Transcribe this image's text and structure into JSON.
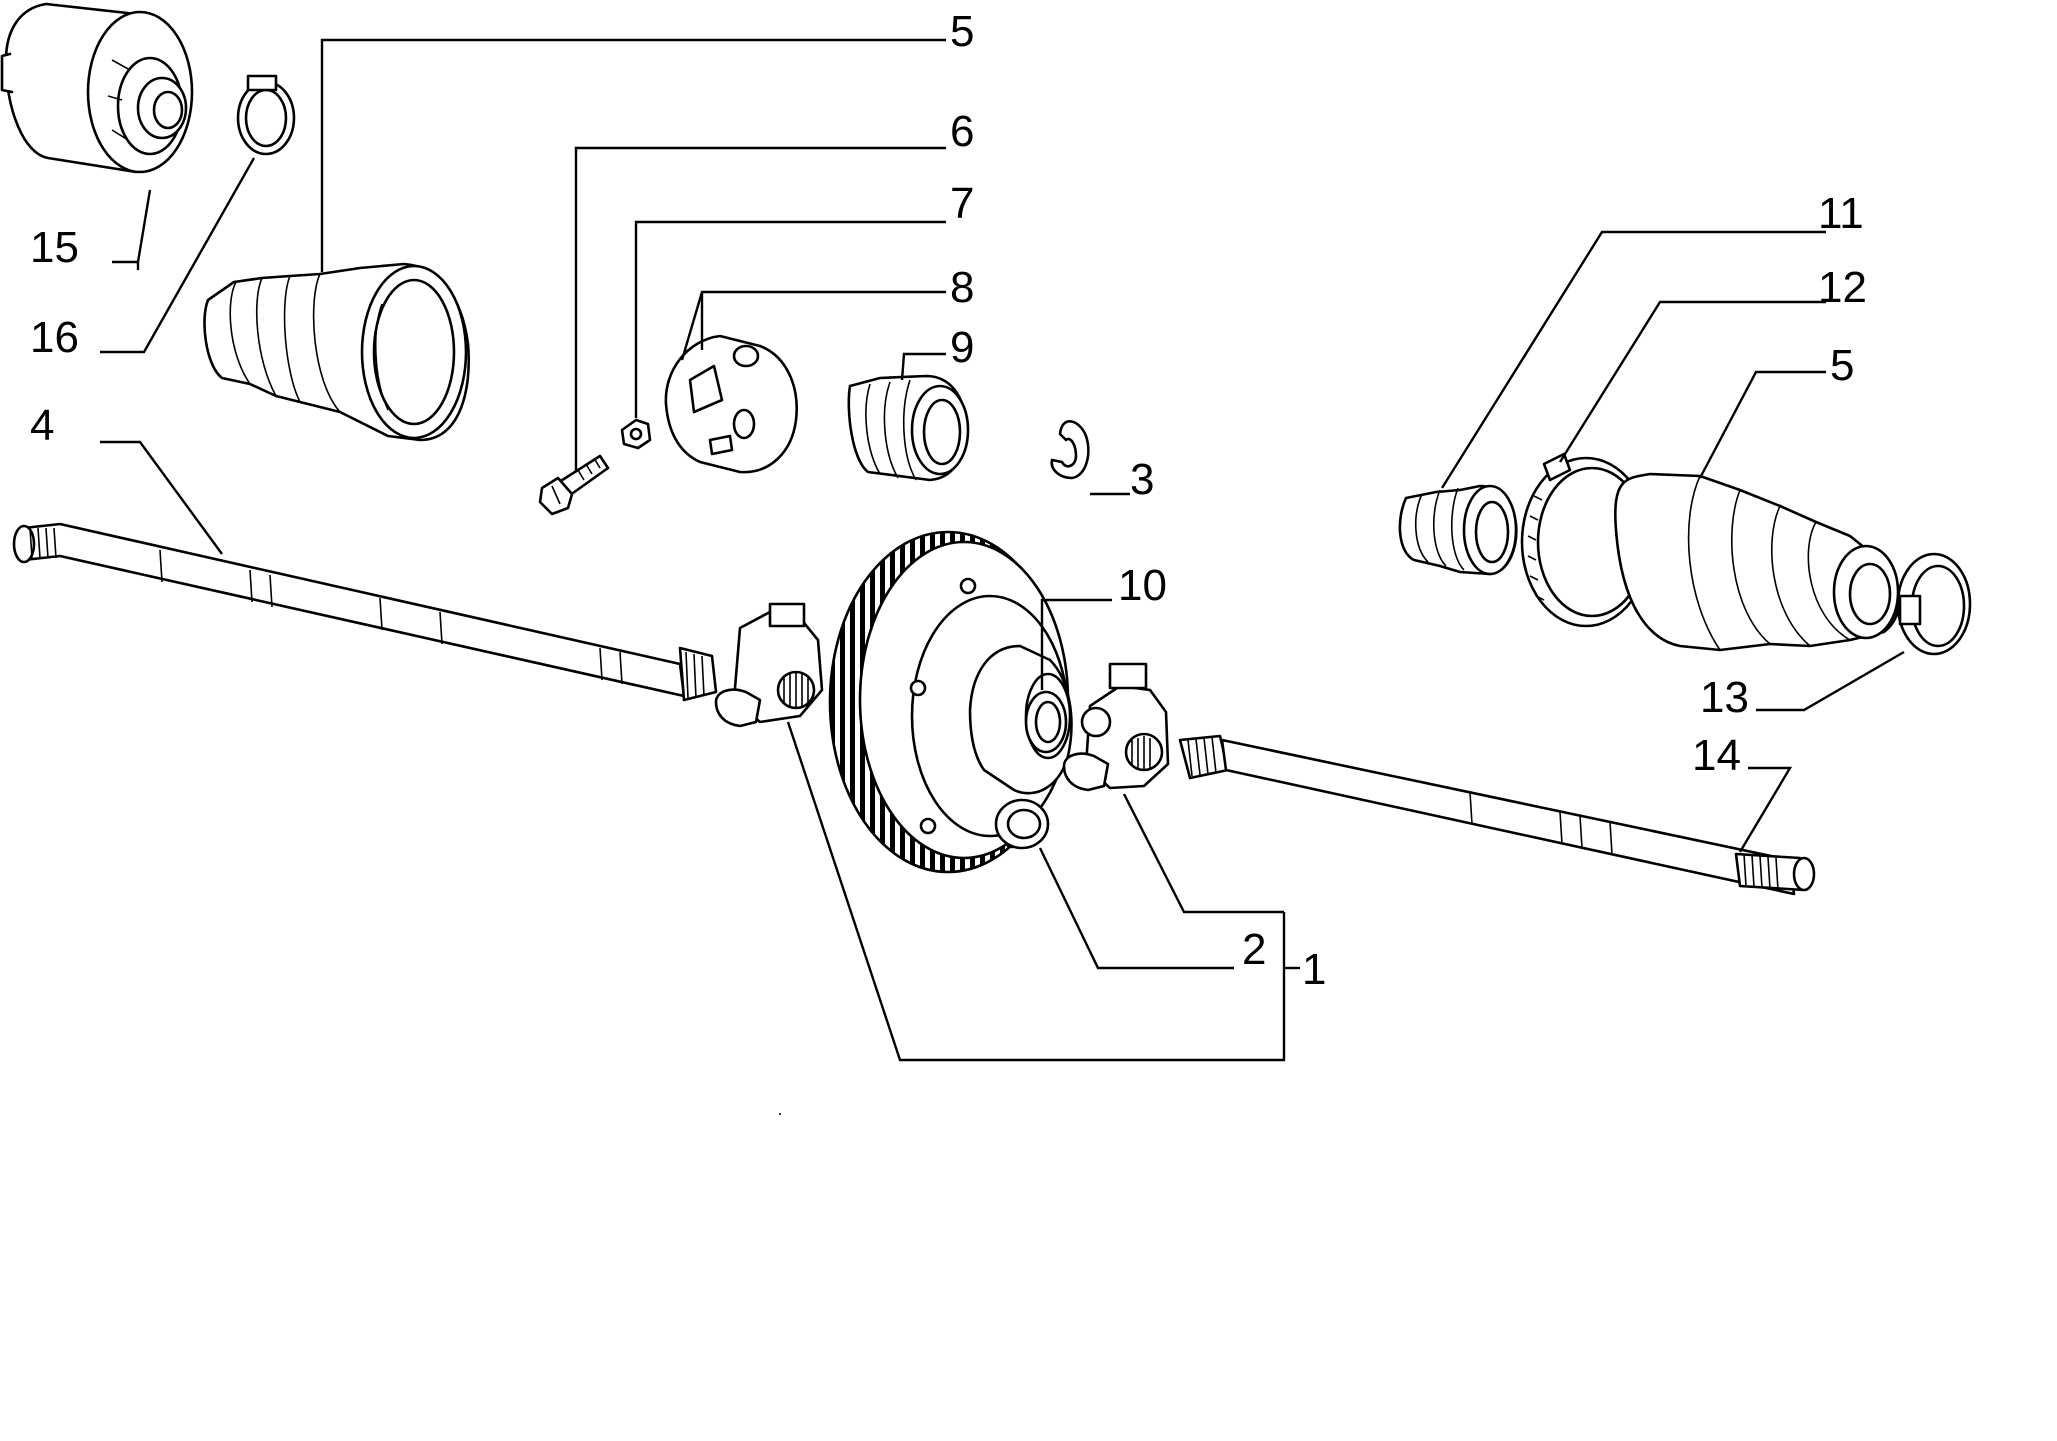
{
  "diagram": {
    "callouts": {
      "c1": "1",
      "c2": "2",
      "c3": "3",
      "c4": "4",
      "c5a": "5",
      "c5b": "5",
      "c6": "6",
      "c7": "7",
      "c8": "8",
      "c9": "9",
      "c10": "10",
      "c11": "11",
      "c12": "12",
      "c13": "13",
      "c14": "14",
      "c15": "15",
      "c16": "16"
    }
  }
}
